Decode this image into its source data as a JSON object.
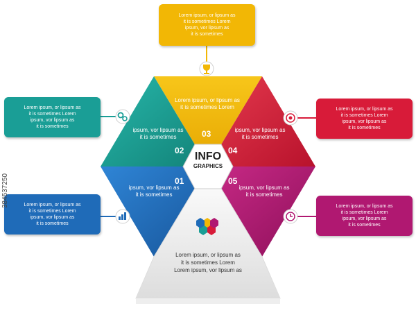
{
  "center": {
    "title": "INFO",
    "subtitle": "GRAPHICS"
  },
  "colors": {
    "yellow": "#F2B705",
    "red": "#D81B39",
    "magenta": "#B01871",
    "blue": "#1F6BB8",
    "teal": "#1A9E96",
    "bottom": "#EEEEEE"
  },
  "boxes": {
    "top": "Lorem ipsum, or lipsum as\nit is sometimes Lorem\nipsum, vor lipsum as\nit is sometimes",
    "right_upper": "Lorem ipsum, or lipsum as\nit is sometimes Lorem\nipsum, vor lipsum as\nit is sometimes",
    "right_lower": "Lorem ipsum, or lipsum as\nit is sometimes Lorem\nipsum, vor lipsum as\nit is sometimes",
    "left_upper": "Lorem ipsum, or lipsum as\nit is sometimes Lorem\nipsum, vor lipsum as\nit is sometimes",
    "left_lower": "Lorem ipsum, or lipsum as\nit is sometimes Lorem\nipsum, vor lipsum as\nit is sometimes"
  },
  "segments": {
    "s01": {
      "number": "01",
      "text": "ipsum, vor lipsum as\nit is sometimes"
    },
    "s02": {
      "number": "02",
      "text": "ipsum, vor lipsum as\nit is sometimes"
    },
    "s03": {
      "number": "03",
      "text": "Lorem ipsum, or lipsum as\nit is sometimes Lorem"
    },
    "s04": {
      "number": "04",
      "text": "ipsum, vor lipsum as\nit is sometimes"
    },
    "s05": {
      "number": "05",
      "text": "ipsum, vor lipsum as\nit is sometimes"
    }
  },
  "bottom_text": "Lorem ipsum, or lipsum as\nit is sometimes Lorem\nLorem ipsum, vor lipsum as",
  "stamp": "384537250",
  "icons": [
    "trophy-icon",
    "target-icon",
    "clock-icon",
    "bar-chart-icon",
    "gears-icon",
    "hexagons-icon"
  ]
}
